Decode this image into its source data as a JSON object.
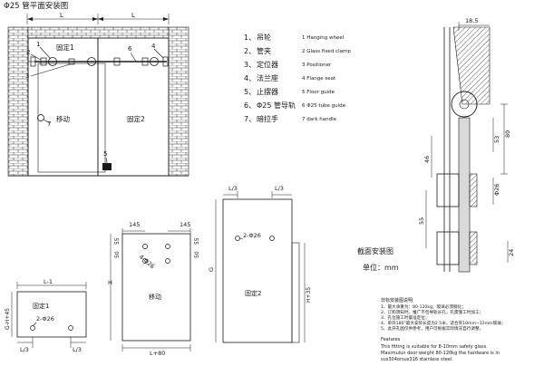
{
  "front_view": {
    "title": "Φ25 管平面安装图",
    "width_label_left": "L",
    "width_label_right": "L",
    "callouts": [
      "1",
      "2",
      "3",
      "4",
      "5",
      "6",
      "7"
    ],
    "panel_fixed1": "固定1",
    "panel_moving": "移动",
    "panel_fixed2": "固定2"
  },
  "parts_list": [
    {
      "num": "1、",
      "zh": "吊轮",
      "en": "1 Hanging wheel"
    },
    {
      "num": "2、",
      "zh": "管夹",
      "en": "2 Glass fixed clamp"
    },
    {
      "num": "3、",
      "zh": "定位器",
      "en": "3 Positioner"
    },
    {
      "num": "4、",
      "zh": "法兰座",
      "en": "4 Flange seat"
    },
    {
      "num": "5、",
      "zh": "止摆器",
      "en": "5 Floor guide"
    },
    {
      "num": "6、",
      "zh": "Φ25 管导轨",
      "en": "6 Φ25 tube guide"
    },
    {
      "num": "7、",
      "zh": "暗拉手",
      "en": "7 dark handle"
    }
  ],
  "panel_fixed1_detail": {
    "dims": [
      "L-1",
      "G-H+45",
      "L/3",
      "L/3"
    ],
    "hole": "2-Φ26",
    "label": "固定1"
  },
  "panel_moving_detail": {
    "dims": [
      "145",
      "145",
      "55",
      "50",
      "55",
      "50",
      "H",
      "L+80"
    ],
    "hole": "4-Φ26",
    "label": "移动"
  },
  "panel_fixed2_detail": {
    "dims": [
      "L/3",
      "L/3",
      "G",
      "H+35"
    ],
    "hole": "2-Φ26",
    "label": "固定2"
  },
  "section_view": {
    "dims": [
      "18.5",
      "80",
      "53",
      "46",
      "Φ26",
      "55",
      "24"
    ],
    "title": "截面安装图",
    "unit": "单位：mm"
  },
  "notes": {
    "title": "非标安装图说明",
    "lines": [
      "1、最大承重为：80-120kg；玻璃必须钢化；",
      "2、订购须知时，推广不包导轨长孔，孔需施工时加工；",
      "3、孔位施工时最准定位；",
      "4、单开180°最大安装长度为2.5米，适合夹10mm~12mm玻璃；",
      "5、此开孔图仅供参考，用户可根据实际情况自行调整。"
    ]
  },
  "features": {
    "title": "Featares",
    "lines": [
      "This fitting is suitable for 8-10mm safety glass.",
      "Maximuiun door weight 80-120kg the hardware is in",
      "sus304orsus316 stainless steel."
    ]
  }
}
